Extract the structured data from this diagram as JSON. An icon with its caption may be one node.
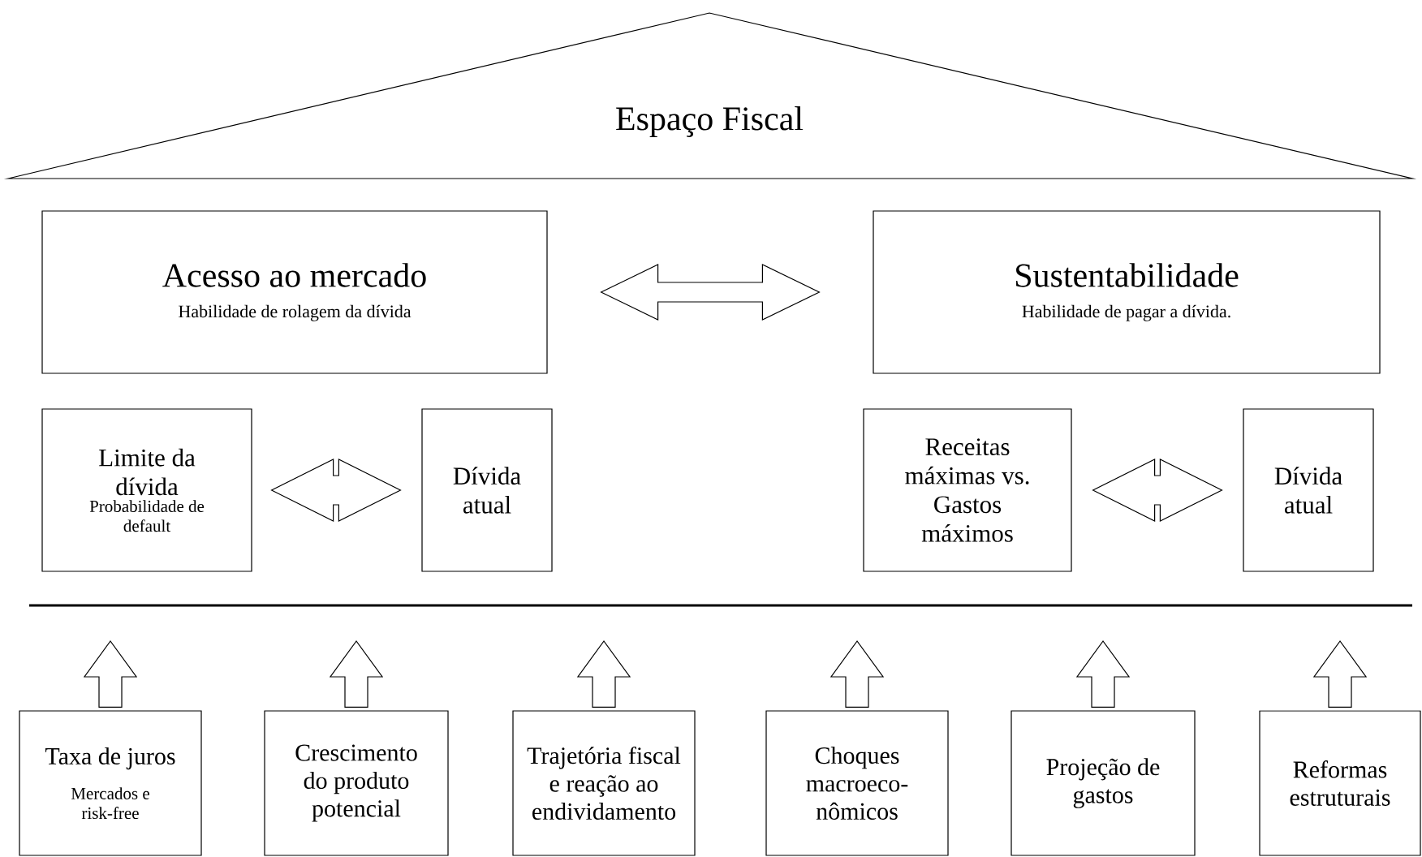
{
  "diagram": {
    "nodes": [
      {
        "text": [
          "Espaço Fiscal"
        ]
      },
      {
        "text": [
          "Acesso ao mercado",
          "Habilidade de rolagem da dívida"
        ]
      },
      {
        "text": [
          "Sustentabilidade",
          "Habilidade de pagar a dívida."
        ]
      },
      {
        "text": [
          "Limite da dívida",
          "Probabilidade de default"
        ]
      },
      {
        "text": [
          "Dívida atual"
        ]
      },
      {
        "text": [
          "Receitas máximas vs. Gastos máximos"
        ]
      },
      {
        "text": [
          "Dívida atual"
        ]
      },
      {
        "text": [
          "Taxa de juros",
          "Mercados e risk-free"
        ]
      },
      {
        "text": [
          "Crescimento do produto potencial"
        ]
      },
      {
        "text": [
          "Trajetória fiscal e reação ao endividamento"
        ]
      },
      {
        "text": [
          "Choques macroeco-nômicos"
        ]
      },
      {
        "text": [
          "Projeção de gastos"
        ]
      },
      {
        "text": [
          "Reformas estruturais"
        ]
      }
    ],
    "edges": [
      {
        "from": 1,
        "to": 2,
        "arrow": "both"
      },
      {
        "from": 3,
        "to": 4,
        "arrow": "both"
      },
      {
        "from": 5,
        "to": 6,
        "arrow": "both"
      },
      {
        "from": 7,
        "to": null,
        "arrow": "to"
      },
      {
        "from": 8,
        "to": null,
        "arrow": "to"
      },
      {
        "from": 9,
        "to": null,
        "arrow": "to"
      },
      {
        "from": 10,
        "to": null,
        "arrow": "to"
      },
      {
        "from": 11,
        "to": null,
        "arrow": "to"
      },
      {
        "from": 12,
        "to": null,
        "arrow": "to"
      }
    ]
  }
}
